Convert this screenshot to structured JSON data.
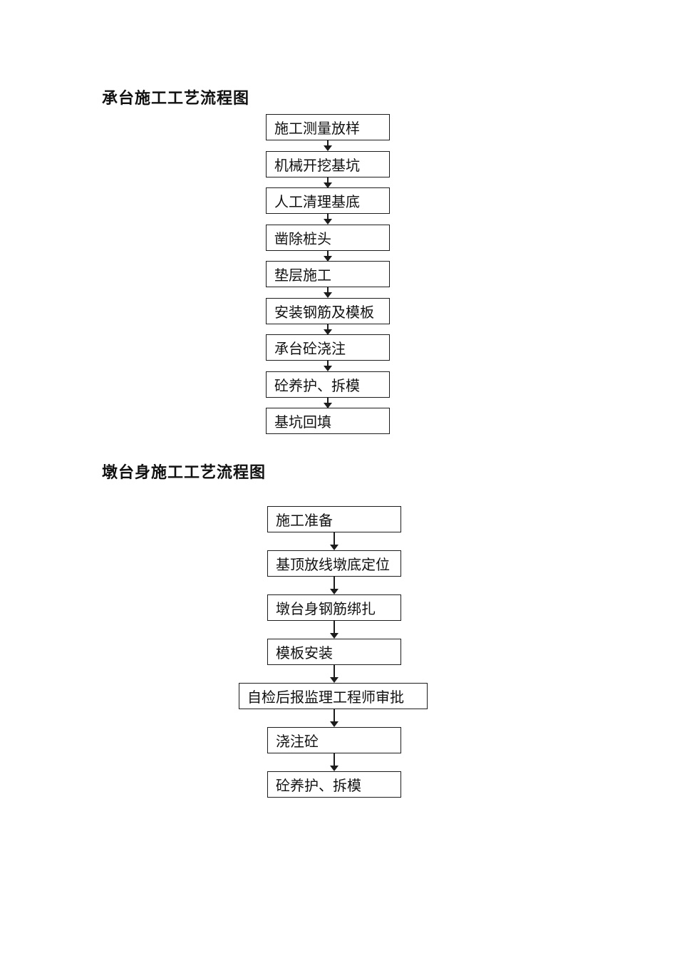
{
  "colors": {
    "background": "#ffffff",
    "box_border": "#1c1c1c",
    "text": "#111111"
  },
  "charts": [
    {
      "title": "承台施工工艺流程图",
      "steps": [
        "施工测量放样",
        "机械开挖基坑",
        "人工清理基底",
        "凿除桩头",
        "垫层施工",
        "安装钢筋及模板",
        "承台砼浇注",
        "砼养护、拆模",
        "基坑回填"
      ]
    },
    {
      "title": "墩台身施工工艺流程图",
      "steps": [
        "施工准备",
        "基顶放线墩底定位",
        "墩台身钢筋绑扎",
        "模板安装",
        "自检后报监理工程师审批",
        "浇注砼",
        "砼养护、拆模"
      ]
    }
  ]
}
